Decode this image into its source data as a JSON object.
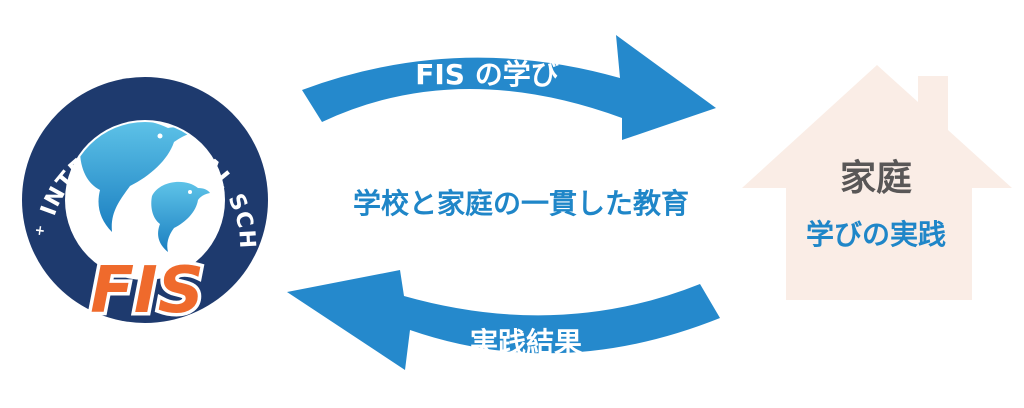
{
  "logo": {
    "ring_text": "FREE⁺ INTERNATIONAL SCHOOL",
    "wordmark": "FIS"
  },
  "top_arrow": {
    "label": "FIS の学び"
  },
  "center": {
    "caption": "学校と家庭の一貫した教育"
  },
  "bottom_arrow": {
    "label": "実践結果"
  },
  "house": {
    "title": "家庭",
    "subtitle": "学びの実践"
  },
  "colors": {
    "arrow_blue": "#2589cc",
    "navy": "#1e3a6e",
    "logo_orange": "#ef6a2c",
    "house_fill": "#faede6",
    "house_title": "#595757",
    "accent_blue": "#1f86c8"
  }
}
